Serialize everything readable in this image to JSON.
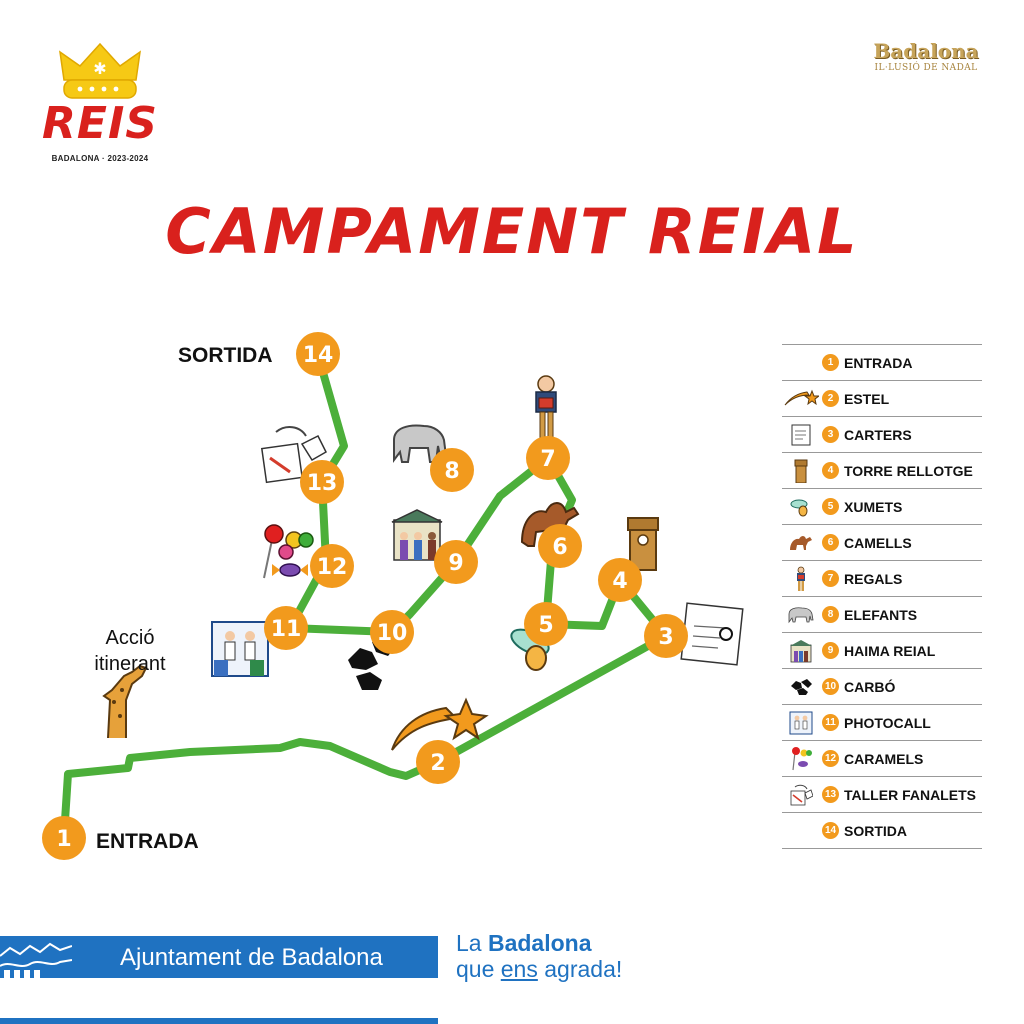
{
  "logo_left": {
    "word": "REIS",
    "subtitle": "BADALONA · 2023-2024",
    "crown_icon": "crown-icon"
  },
  "logo_right": {
    "word": "Badalona",
    "subtitle": "IL·LUSIÓ DE NADAL"
  },
  "title": "CAMPAMENT REIAL",
  "map": {
    "sortida_label": "SORTIDA",
    "entrada_label": "ENTRADA",
    "itinerant_line1": "Acció",
    "itinerant_line2": "itinerant",
    "route_color": "#4caf3a",
    "stop_color": "#f29a1d",
    "stops": [
      "1",
      "2",
      "3",
      "4",
      "5",
      "6",
      "7",
      "8",
      "9",
      "10",
      "11",
      "12",
      "13",
      "14"
    ]
  },
  "legend": [
    {
      "num": "1",
      "label": "ENTRADA",
      "icon": ""
    },
    {
      "num": "2",
      "label": "ESTEL",
      "icon": "star-icon"
    },
    {
      "num": "3",
      "label": "CARTERS",
      "icon": "letter-icon"
    },
    {
      "num": "4",
      "label": "TORRE RELLOTGE",
      "icon": "tower-icon"
    },
    {
      "num": "5",
      "label": "XUMETS",
      "icon": "pacifier-icon"
    },
    {
      "num": "6",
      "label": "CAMELLS",
      "icon": "camel-icon"
    },
    {
      "num": "7",
      "label": "REGALS",
      "icon": "gift-person-icon"
    },
    {
      "num": "8",
      "label": "ELEFANTS",
      "icon": "elephant-icon"
    },
    {
      "num": "9",
      "label": "HAIMA REIAL",
      "icon": "tent-icon"
    },
    {
      "num": "10",
      "label": "CARBÓ",
      "icon": "coal-icon"
    },
    {
      "num": "11",
      "label": "PHOTOCALL",
      "icon": "photocall-icon"
    },
    {
      "num": "12",
      "label": "CARAMELS",
      "icon": "candy-icon"
    },
    {
      "num": "13",
      "label": "TALLER FANALETS",
      "icon": "craft-icon"
    },
    {
      "num": "14",
      "label": "SORTIDA",
      "icon": ""
    }
  ],
  "footer": {
    "ajuntament": "Ajuntament de Badalona",
    "slogan_la": "La",
    "slogan_badalona": "Badalona",
    "slogan_que": "que",
    "slogan_ens": "ens",
    "slogan_agrada": "agrada!",
    "brand_color": "#1f72c1"
  }
}
